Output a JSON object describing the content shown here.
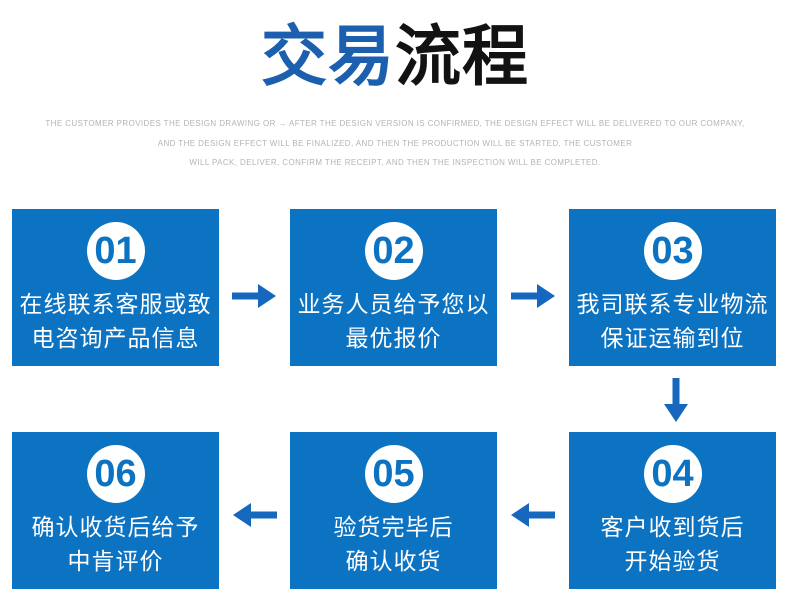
{
  "title": {
    "part_blue": "交易",
    "part_black": "流程"
  },
  "subtitle": {
    "line1": "THE CUSTOMER PROVIDES THE DESIGN DRAWING OR → AFTER THE DESIGN VERSION IS CONFIRMED, THE DESIGN EFFECT WILL BE DELIVERED TO OUR COMPANY,",
    "line2": "AND THE DESIGN EFFECT WILL BE FINALIZED, AND THEN THE PRODUCTION WILL BE STARTED, THE CUSTOMER",
    "line3": "WILL PACK, DELIVER, CONFIRM THE RECEIPT, AND THEN THE INSPECTION WILL BE COMPLETED."
  },
  "steps": [
    {
      "number": "01",
      "line1": "在线联系客服或致",
      "line2": "电咨询产品信息"
    },
    {
      "number": "02",
      "line1": "业务人员给予您以",
      "line2": "最优报价"
    },
    {
      "number": "03",
      "line1": "我司联系专业物流",
      "line2": "保证运输到位"
    },
    {
      "number": "04",
      "line1": "客户收到货后",
      "line2": "开始验货"
    },
    {
      "number": "05",
      "line1": "验货完毕后",
      "line2": "确认收货"
    },
    {
      "number": "06",
      "line1": "确认收货后给予",
      "line2": "中肯评价"
    }
  ],
  "icons": {
    "arrow_right": "right-arrow",
    "arrow_down": "down-arrow",
    "arrow_left": "left-arrow"
  },
  "colors": {
    "box_blue": "#0c72c2",
    "title_blue": "#1b5fae",
    "title_black": "#121212",
    "arrow_blue": "#1668bf",
    "subtitle_gray": "#b4b4b4",
    "box_text": "#ffffff"
  }
}
